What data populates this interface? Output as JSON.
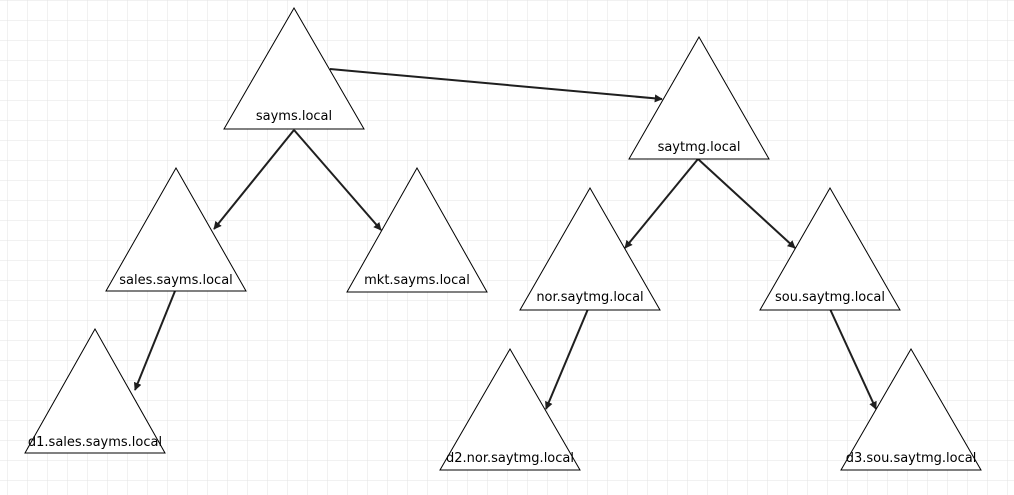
{
  "diagram": {
    "type": "domain-tree",
    "colors": {
      "background": "#ffffff",
      "grid": "#e3e3e3",
      "shape_stroke": "#000000",
      "arrow": "#1f1f1f"
    },
    "nodes": [
      {
        "id": "sayms",
        "label": "sayms.local",
        "shape": "triangle"
      },
      {
        "id": "saytmg",
        "label": "saytmg.local",
        "shape": "triangle"
      },
      {
        "id": "sales",
        "label": "sales.sayms.local",
        "shape": "triangle"
      },
      {
        "id": "mkt",
        "label": "mkt.sayms.local",
        "shape": "triangle"
      },
      {
        "id": "nor",
        "label": "nor.saytmg.local",
        "shape": "triangle"
      },
      {
        "id": "sou",
        "label": "sou.saytmg.local",
        "shape": "triangle"
      },
      {
        "id": "d1",
        "label": "d1.sales.sayms.local",
        "shape": "triangle"
      },
      {
        "id": "d2",
        "label": "d2.nor.saytmg.local",
        "shape": "triangle"
      },
      {
        "id": "d3",
        "label": "d3.sou.saytmg.local",
        "shape": "triangle"
      }
    ],
    "edges": [
      {
        "from": "sayms",
        "to": "saytmg"
      },
      {
        "from": "sayms",
        "to": "sales"
      },
      {
        "from": "sayms",
        "to": "mkt"
      },
      {
        "from": "saytmg",
        "to": "nor"
      },
      {
        "from": "saytmg",
        "to": "sou"
      },
      {
        "from": "sales",
        "to": "d1"
      },
      {
        "from": "nor",
        "to": "d2"
      },
      {
        "from": "sou",
        "to": "d3"
      }
    ]
  }
}
